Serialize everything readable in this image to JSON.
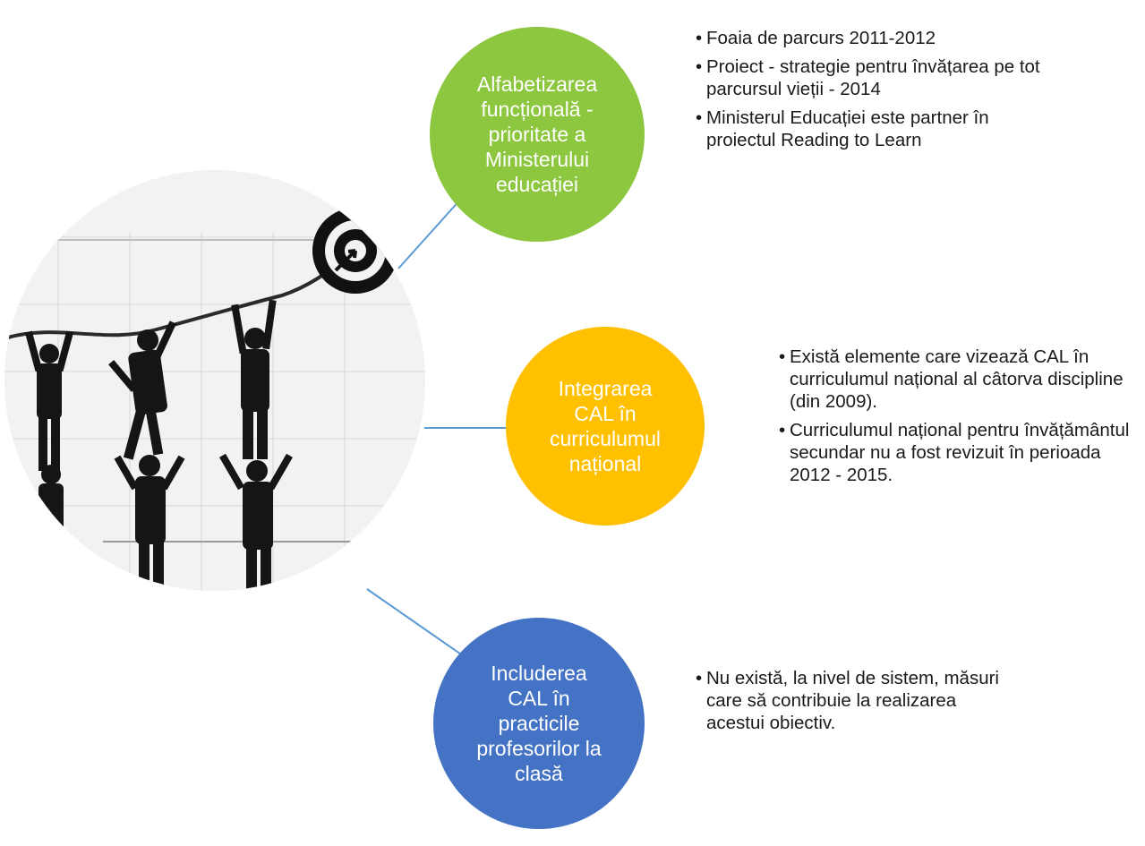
{
  "diagram": {
    "nodes": [
      {
        "label": "Alfabetizarea\nfuncțională -\nprioritate a\nMinisterului\neducației",
        "color": "#8DC63F",
        "notes": [
          "Foaia de parcurs 2011-2012",
          "Proiect - strategie pentru învățarea pe tot parcursul vieții - 2014",
          "Ministerul Educației este partner în proiectul Reading to Learn"
        ]
      },
      {
        "label": "Integrarea\nCAL în\ncurriculumul\nnațional",
        "color": "#FFC000",
        "notes": [
          "Există elemente care vizează CAL în curriculumul național al câtorva discipline (din 2009).",
          "Curriculumul național pentru învățământul secundar nu a fost revizuit în perioada 2012 - 2015."
        ]
      },
      {
        "label": "Includerea\nCAL în\npracticile\nprofesorilor la\nclasă",
        "color": "#4472C4",
        "notes": [
          "Nu există, la nivel de sistem, măsuri care să contribuie la realizarea acestui obiectiv."
        ]
      }
    ],
    "connector_color": "#5B9BD5",
    "photo": {
      "description_icon": "climbing-team-target-image"
    }
  }
}
